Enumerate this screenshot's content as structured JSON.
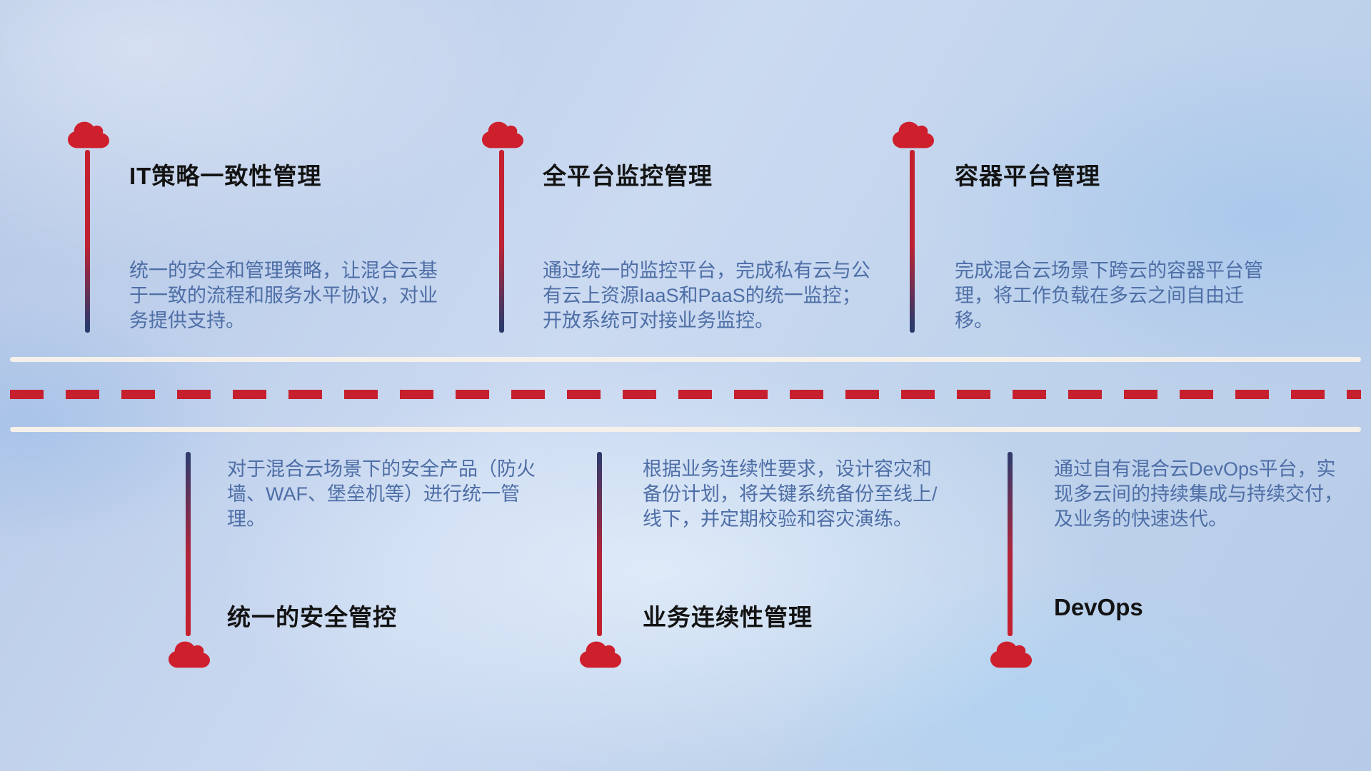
{
  "colors": {
    "cloud_red": "#ce1f2d",
    "dash_red": "#c6202e",
    "stem_navy": "#2c3a6b",
    "road_white": "#f5f1ea",
    "desc_blue": "#4e6ea6",
    "title_black": "#131313",
    "background_blue": "#bccfe9"
  },
  "icons": {
    "cloud": "cloud-icon"
  },
  "top_items": [
    {
      "title": "IT策略一致性管理",
      "desc": "统一的安全和管理策略，让混合云基于一致的流程和服务水平协议，对业务提供支持。"
    },
    {
      "title": "全平台监控管理",
      "desc": "通过统一的监控平台，完成私有云与公有云上资源IaaS和PaaS的统一监控；开放系统可对接业务监控。"
    },
    {
      "title": "容器平台管理",
      "desc": "完成混合云场景下跨云的容器平台管理，将工作负载在多云之间自由迁移。"
    }
  ],
  "bottom_items": [
    {
      "title": "统一的安全管控",
      "desc": "对于混合云场景下的安全产品（防火墙、WAF、堡垒机等）进行统一管理。"
    },
    {
      "title": "业务连续性管理",
      "desc": "根据业务连续性要求，设计容灾和备份计划，将关键系统备份至线上/线下，并定期校验和容灾演练。"
    },
    {
      "title": "DevOps",
      "desc": "通过自有混合云DevOps平台，实现多云间的持续集成与持续交付，及业务的快速迭代。"
    }
  ]
}
